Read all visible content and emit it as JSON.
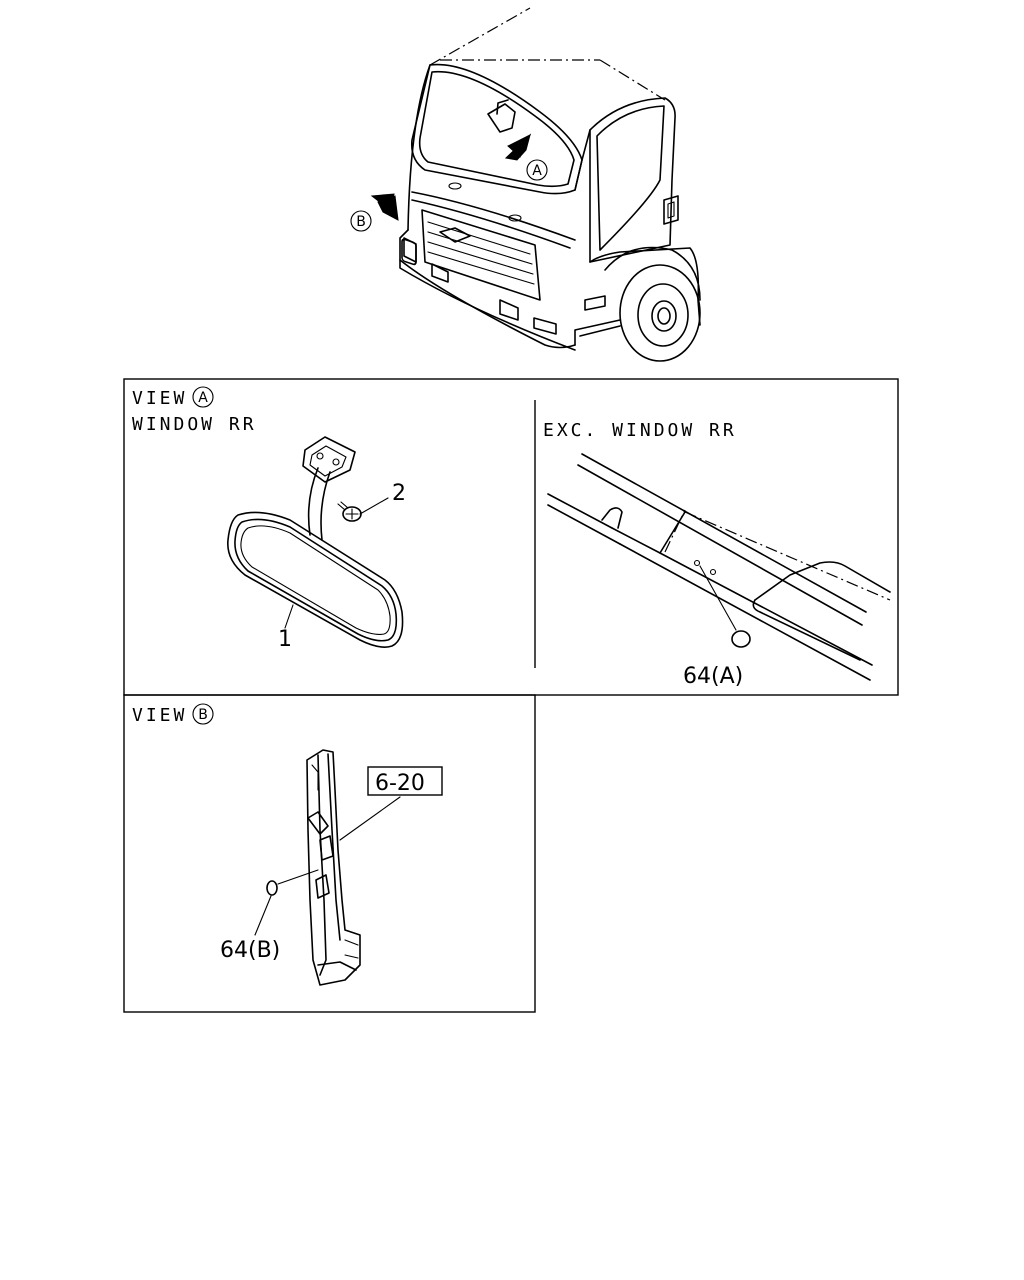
{
  "callouts": {
    "view_a_marker": "A",
    "view_b_marker": "B"
  },
  "view_a": {
    "heading": "VIEW",
    "marker": "A",
    "subheading": "WINDOW RR",
    "part_mirror": "1",
    "part_screw": "2"
  },
  "exc_window": {
    "heading": "EXC. WINDOW RR",
    "part_plug": "64(A)"
  },
  "view_b": {
    "heading": "VIEW",
    "marker": "B",
    "ref_box": "6-20",
    "part_plug": "64(B)"
  }
}
